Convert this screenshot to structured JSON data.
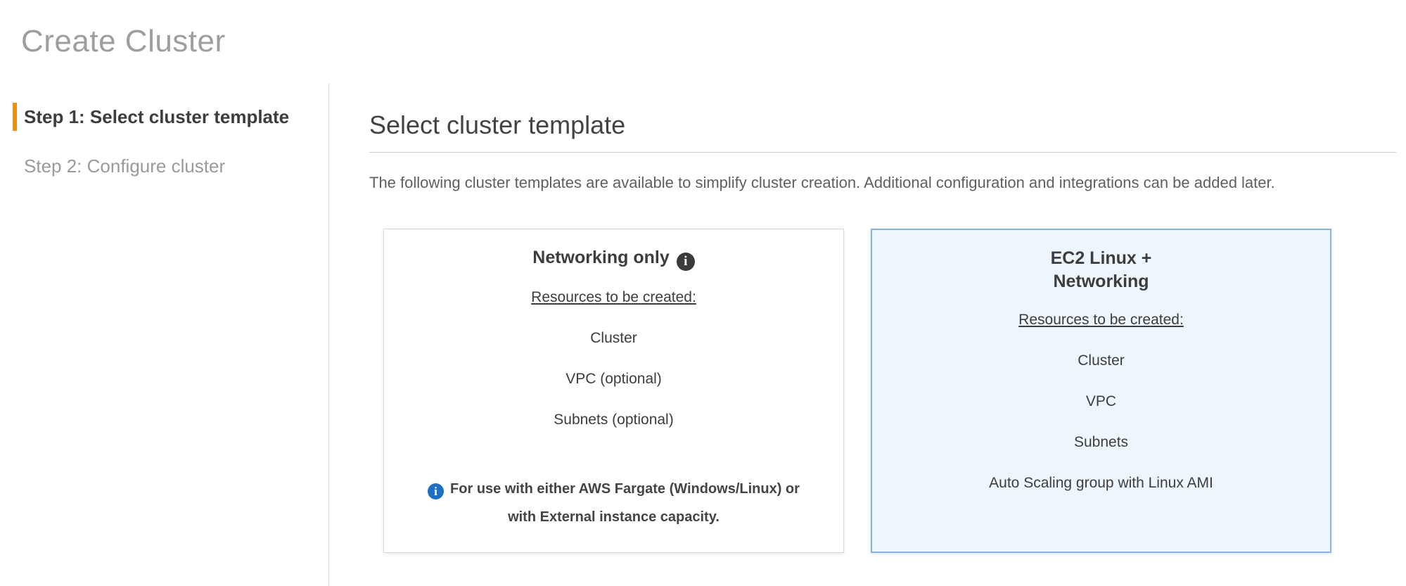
{
  "page": {
    "title": "Create Cluster"
  },
  "steps": [
    {
      "label": "Step 1: Select cluster template",
      "active": true
    },
    {
      "label": "Step 2: Configure cluster",
      "active": false
    }
  ],
  "main": {
    "heading": "Select cluster template",
    "description": "The following cluster templates are available to simplify cluster creation. Additional configuration and integrations can be added later.",
    "cards": [
      {
        "title": "Networking only",
        "title_info_icon": "info-icon",
        "resources_label": "Resources to be created:",
        "resources": [
          "Cluster",
          "VPC (optional)",
          "Subnets (optional)"
        ],
        "note": "For use with either AWS Fargate (Windows/Linux) or with External instance capacity.",
        "selected": false
      },
      {
        "title": "EC2 Linux + Networking",
        "resources_label": "Resources to be created:",
        "resources": [
          "Cluster",
          "VPC",
          "Subnets",
          "Auto Scaling group with Linux AMI"
        ],
        "selected": true
      }
    ]
  },
  "colors": {
    "active_step_accent": "#e8901a",
    "selected_card_border": "#8cb2dc",
    "selected_card_background": "#eef6fd",
    "info_icon_blue": "#1d6fc4",
    "info_icon_dark": "#3b3b3b",
    "muted_title_gray": "#9e9e9e"
  }
}
